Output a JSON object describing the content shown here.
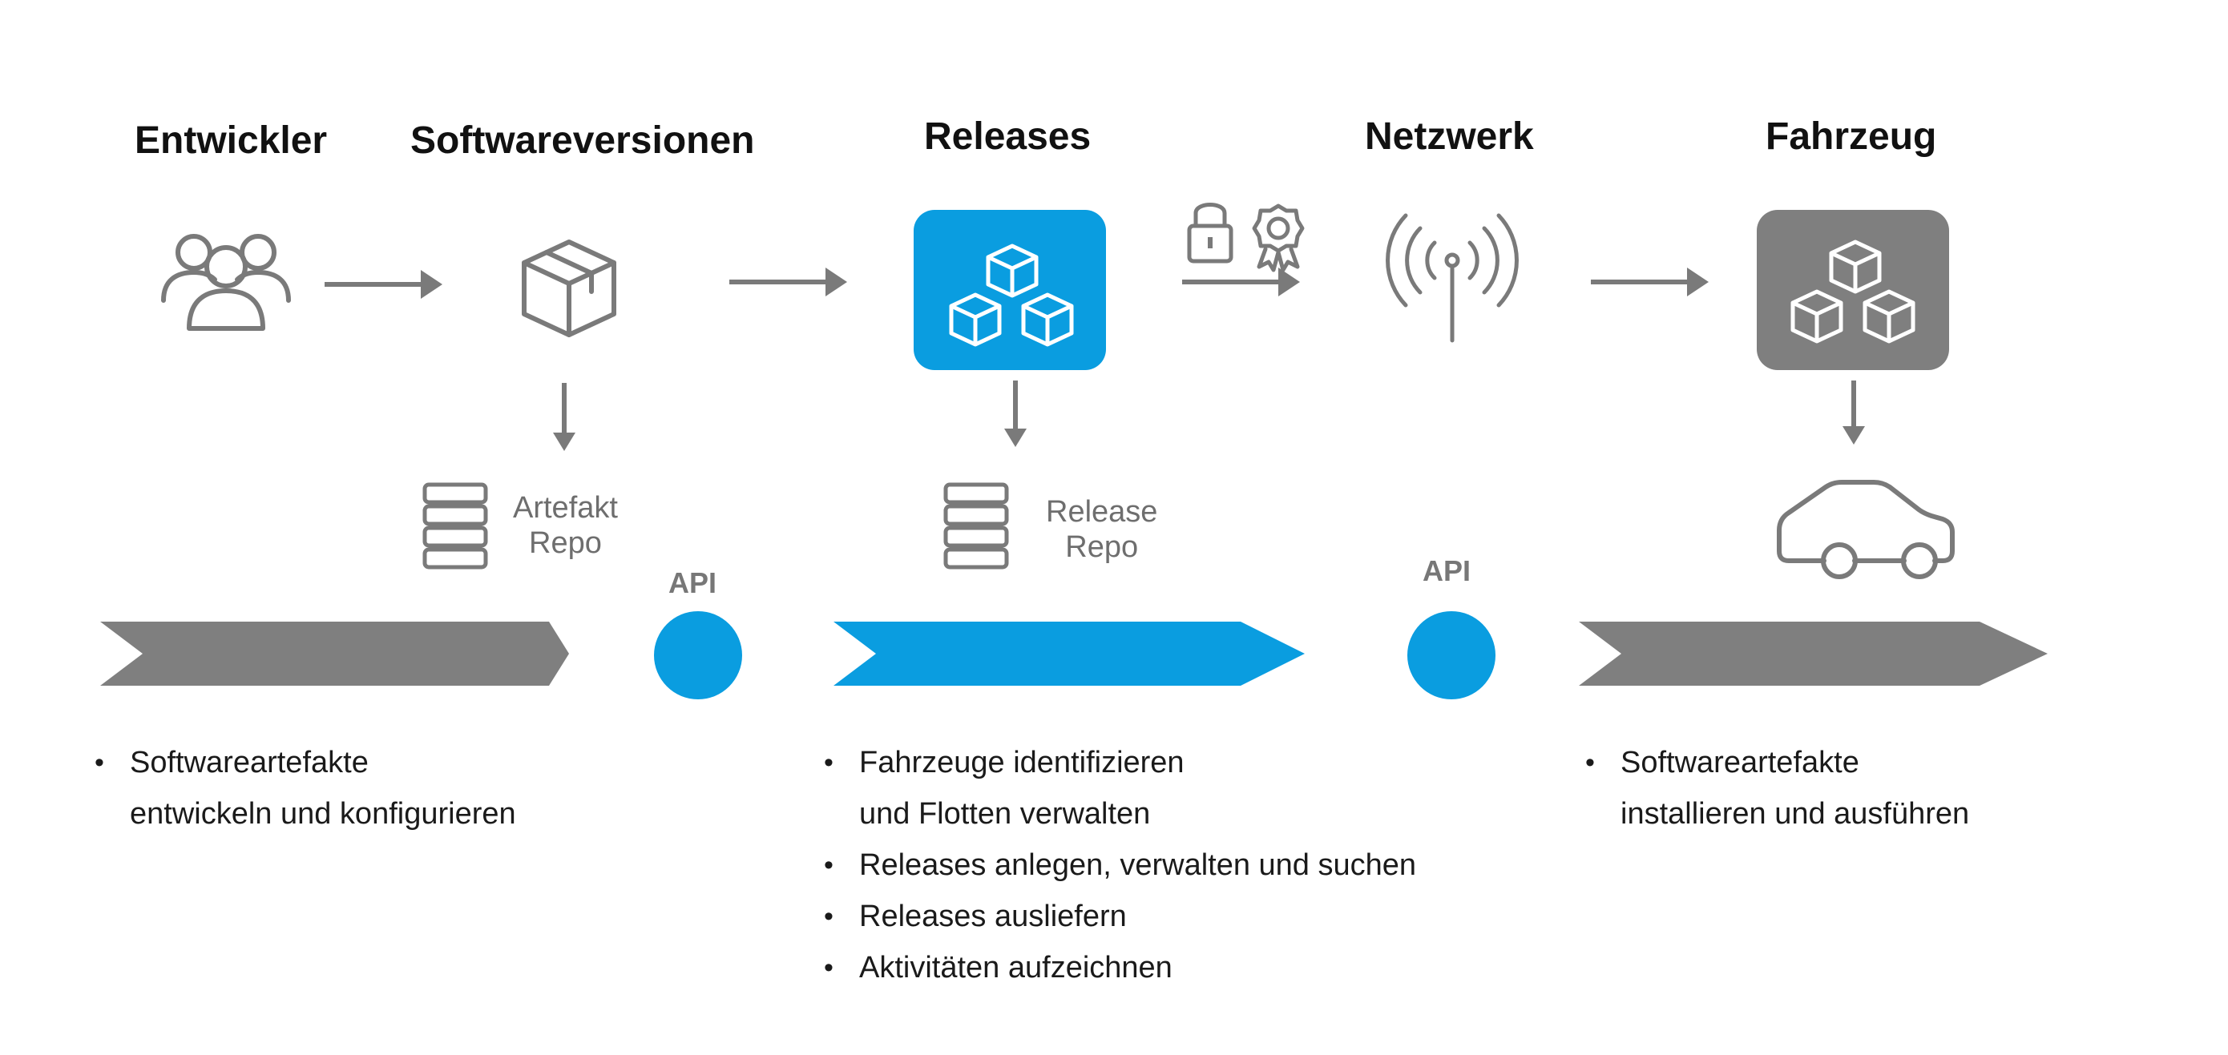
{
  "colors": {
    "accent": "#0a9de0",
    "gray": "#7f7f7f",
    "icon_gray": "#7a7a7a"
  },
  "headings": {
    "developer": "Entwickler",
    "versions": "Softwareversionen",
    "releases": "Releases",
    "network": "Netzwerk",
    "vehicle": "Fahrzeug"
  },
  "repos": {
    "artifact": {
      "line1": "Artefakt",
      "line2": "Repo"
    },
    "release": {
      "line1": "Release",
      "line2": "Repo"
    }
  },
  "api": {
    "left": "API",
    "right": "API"
  },
  "icons": {
    "developer": "people-group-icon",
    "versions": "box-icon",
    "releases": "boxes-stack-icon",
    "security": [
      "lock-icon",
      "certificate-icon"
    ],
    "network": "antenna-icon",
    "vehicle": "boxes-stack-icon",
    "car": "car-icon",
    "database": "database-icon"
  },
  "sections": {
    "left": [
      {
        "line1": "Softwareartefakte",
        "line2": "entwickeln und konfigurieren"
      }
    ],
    "middle": [
      {
        "line1": "Fahrzeuge identifizieren",
        "line2": "und Flotten verwalten"
      },
      {
        "line1": "Releases anlegen, verwalten und suchen",
        "line2": ""
      },
      {
        "line1": "Releases ausliefern",
        "line2": ""
      },
      {
        "line1": "Aktivitäten aufzeichnen",
        "line2": ""
      }
    ],
    "right": [
      {
        "line1": "Softwareartefakte",
        "line2": "installieren und ausführen"
      }
    ]
  }
}
